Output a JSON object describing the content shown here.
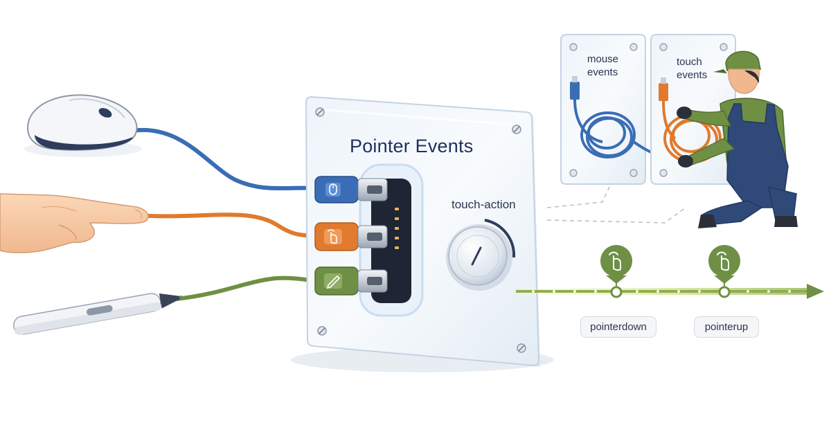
{
  "panel": {
    "title": "Pointer Events",
    "dial_label": "touch-action"
  },
  "boards": {
    "mouse": "mouse\nevents",
    "touch": "touch\nevents"
  },
  "timeline": {
    "events": [
      {
        "label": "pointerdown",
        "icon": "tap-hand-icon"
      },
      {
        "label": "pointerup",
        "icon": "tap-hand-icon"
      }
    ]
  },
  "inputs": [
    {
      "device": "mouse",
      "cable_color": "#3a6db5",
      "plug_icon": "mouse-icon"
    },
    {
      "device": "finger",
      "cable_color": "#e07a2e",
      "plug_icon": "touch-hand-icon"
    },
    {
      "device": "pen",
      "cable_color": "#6f8f45",
      "plug_icon": "pencil-icon"
    }
  ],
  "colors": {
    "blue": "#3a6db5",
    "orange": "#e07a2e",
    "green": "#6f8f45",
    "navy": "#1f2f5c"
  }
}
